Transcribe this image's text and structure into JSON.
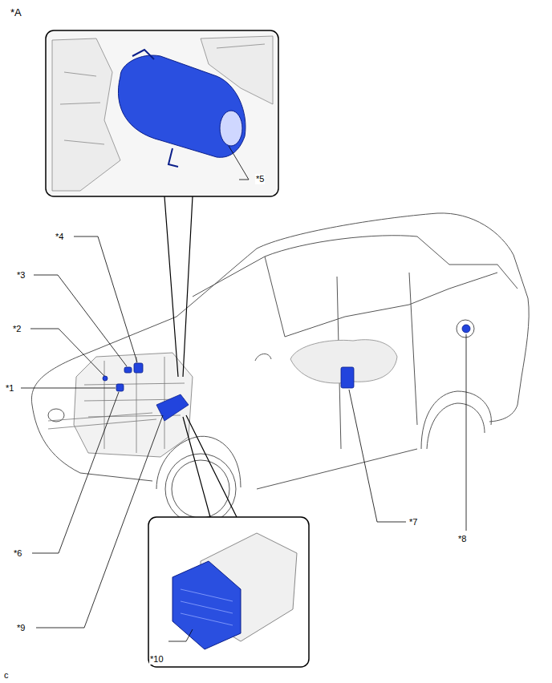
{
  "diagram": {
    "labels": [
      "*A",
      "*5",
      "*4",
      "*3",
      "*2",
      "*1",
      "*6",
      "*9",
      "*7",
      "*8",
      "*10",
      "c"
    ]
  }
}
